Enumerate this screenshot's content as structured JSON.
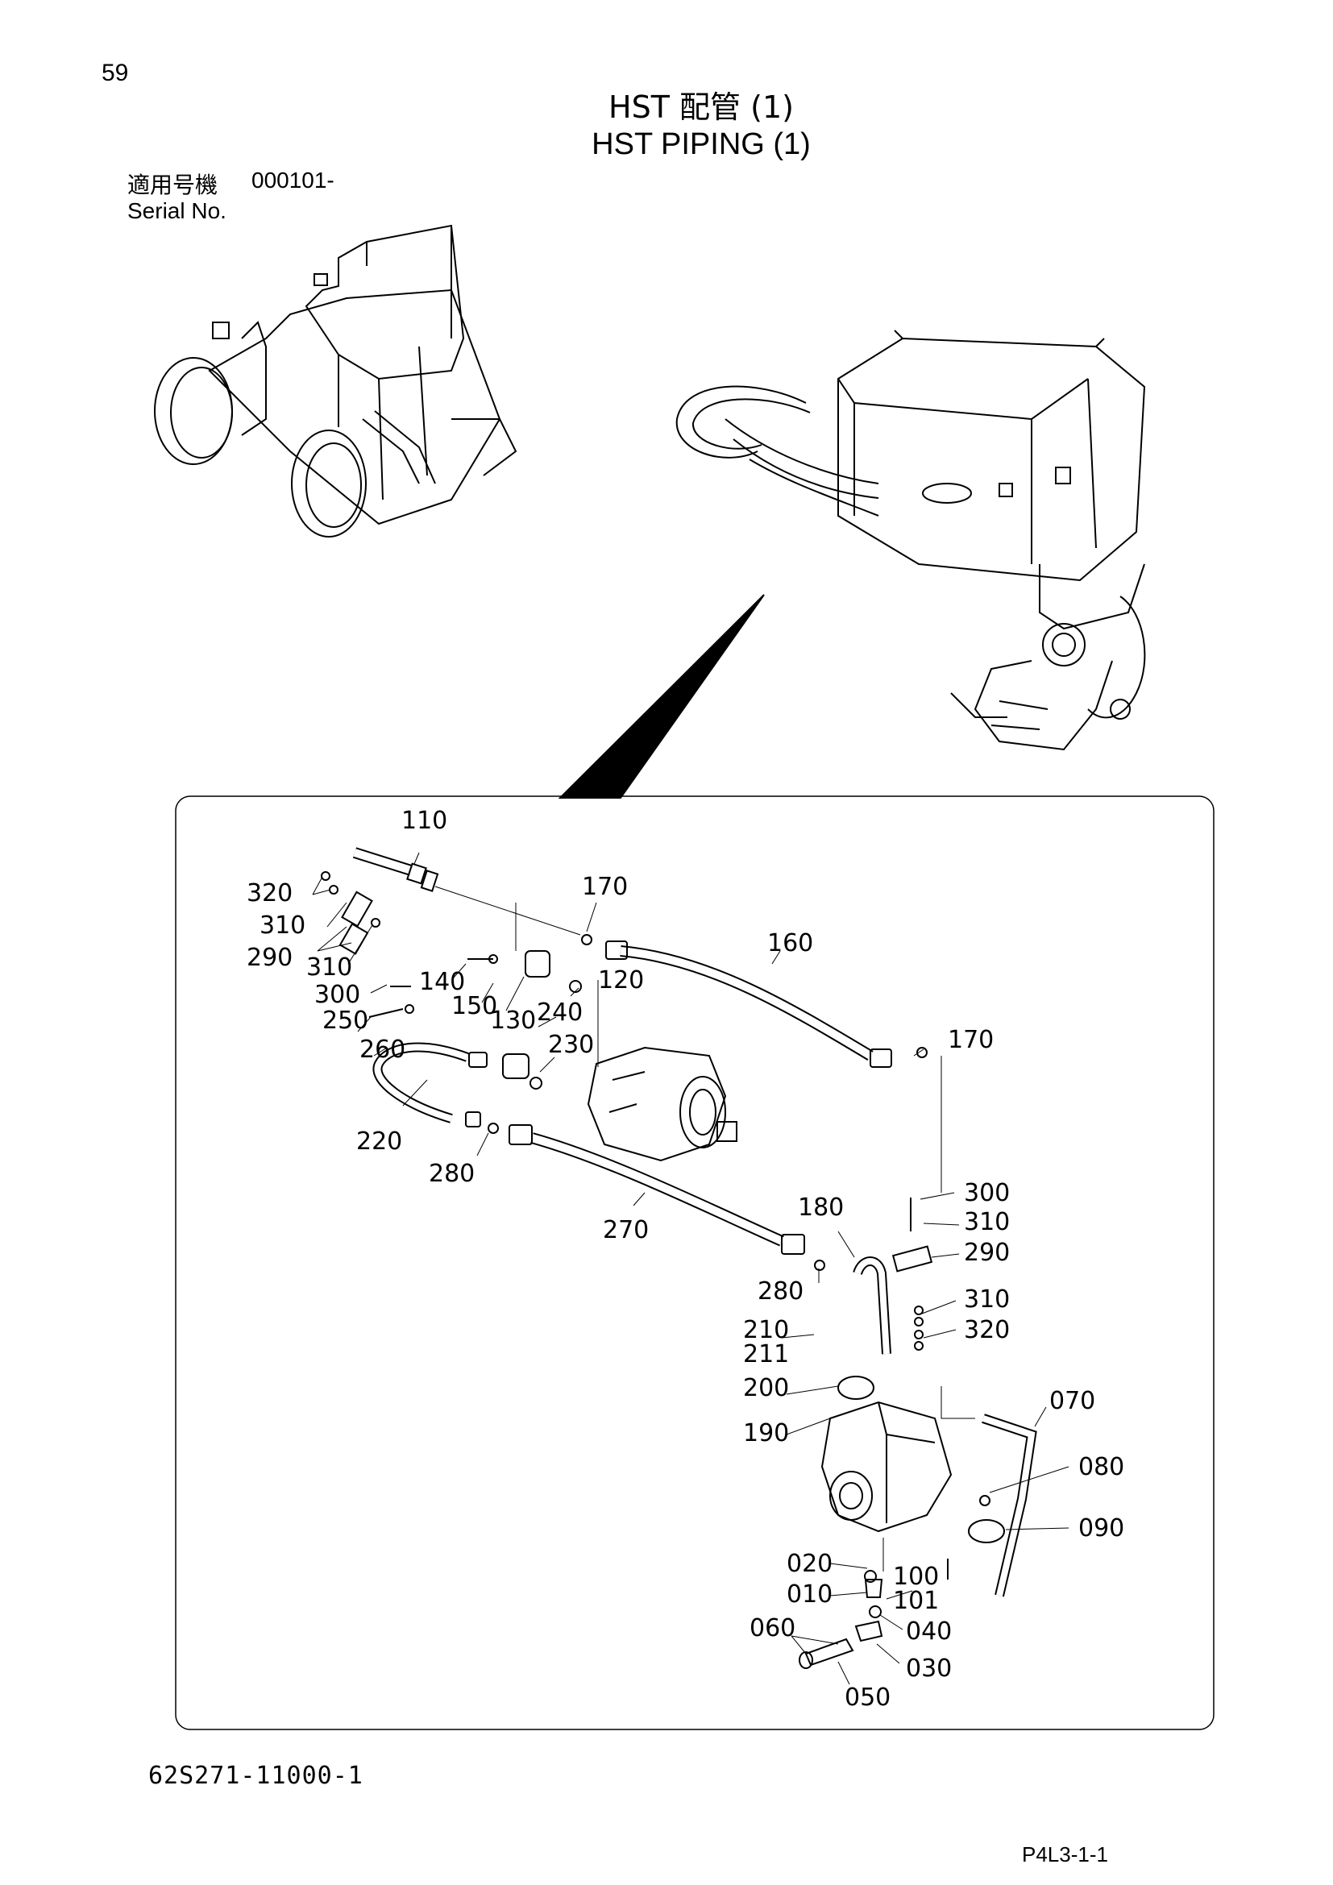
{
  "page": {
    "page_number": "59",
    "title_jp": "HST 配管 (1)",
    "title_en": "HST PIPING (1)",
    "serial_label_jp": "適用号機",
    "serial_value": "000101-",
    "serial_label_en": "Serial No.",
    "document_code": "62S271-11000-1",
    "page_code": "P4L3-1-1"
  },
  "callouts": [
    {
      "id": "c110",
      "text": "110"
    },
    {
      "id": "c170a",
      "text": "170"
    },
    {
      "id": "c160",
      "text": "160"
    },
    {
      "id": "c320a",
      "text": "320"
    },
    {
      "id": "c310a",
      "text": "310"
    },
    {
      "id": "c290a",
      "text": "290"
    },
    {
      "id": "c310b",
      "text": "310"
    },
    {
      "id": "c300a",
      "text": "300"
    },
    {
      "id": "c140",
      "text": "140"
    },
    {
      "id": "c150",
      "text": "150"
    },
    {
      "id": "c130",
      "text": "130"
    },
    {
      "id": "c240",
      "text": "240"
    },
    {
      "id": "c120",
      "text": "120"
    },
    {
      "id": "c250",
      "text": "250"
    },
    {
      "id": "c260",
      "text": "260"
    },
    {
      "id": "c230",
      "text": "230"
    },
    {
      "id": "c170b",
      "text": "170"
    },
    {
      "id": "c220",
      "text": "220"
    },
    {
      "id": "c280a",
      "text": "280"
    },
    {
      "id": "c270",
      "text": "270"
    },
    {
      "id": "c180",
      "text": "180"
    },
    {
      "id": "c300b",
      "text": "300"
    },
    {
      "id": "c310c",
      "text": "310"
    },
    {
      "id": "c290b",
      "text": "290"
    },
    {
      "id": "c280b",
      "text": "280"
    },
    {
      "id": "c310d",
      "text": "310"
    },
    {
      "id": "c320b",
      "text": "320"
    },
    {
      "id": "c210",
      "text": "210"
    },
    {
      "id": "c211",
      "text": "211"
    },
    {
      "id": "c200",
      "text": "200"
    },
    {
      "id": "c190",
      "text": "190"
    },
    {
      "id": "c070",
      "text": "070"
    },
    {
      "id": "c080",
      "text": "080"
    },
    {
      "id": "c090",
      "text": "090"
    },
    {
      "id": "c020",
      "text": "020"
    },
    {
      "id": "c100",
      "text": "100"
    },
    {
      "id": "c010",
      "text": "010"
    },
    {
      "id": "c101",
      "text": "101"
    },
    {
      "id": "c060",
      "text": "060"
    },
    {
      "id": "c040",
      "text": "040"
    },
    {
      "id": "c030",
      "text": "030"
    },
    {
      "id": "c050",
      "text": "050"
    }
  ]
}
